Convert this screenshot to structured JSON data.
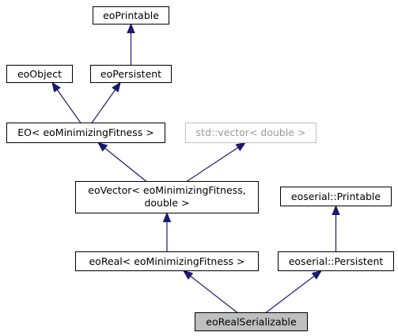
{
  "nodes": {
    "eo_printable": {
      "label": "eoPrintable"
    },
    "eo_object": {
      "label": "eoObject"
    },
    "eo_persistent": {
      "label": "eoPersistent"
    },
    "eo_min": {
      "label": "EO< eoMinimizingFitness >"
    },
    "std_vector": {
      "label": "std::vector< double >"
    },
    "eo_vector": {
      "label_line1": "eoVector< eoMinimizingFitness,",
      "label_line2": "double >"
    },
    "eoserial_printable": {
      "label": "eoserial::Printable"
    },
    "eo_real": {
      "label": "eoReal< eoMinimizingFitness >"
    },
    "eoserial_persistent": {
      "label": "eoserial::Persistent"
    },
    "eo_real_serializable": {
      "label": "eoRealSerializable"
    }
  },
  "edges": [
    {
      "from": "eo_persistent",
      "to": "eo_printable"
    },
    {
      "from": "eo_min",
      "to": "eo_object"
    },
    {
      "from": "eo_min",
      "to": "eo_persistent"
    },
    {
      "from": "eo_vector",
      "to": "eo_min"
    },
    {
      "from": "eo_vector",
      "to": "std_vector"
    },
    {
      "from": "eo_real",
      "to": "eo_vector"
    },
    {
      "from": "eoserial_persistent",
      "to": "eoserial_printable"
    },
    {
      "from": "eo_real_serializable",
      "to": "eo_real"
    },
    {
      "from": "eo_real_serializable",
      "to": "eoserial_persistent"
    }
  ],
  "colors": {
    "edge": "#191970",
    "focus_fill": "#bfbfbf",
    "external_stroke": "#bfbfbf",
    "external_text": "#9a9a9a"
  }
}
